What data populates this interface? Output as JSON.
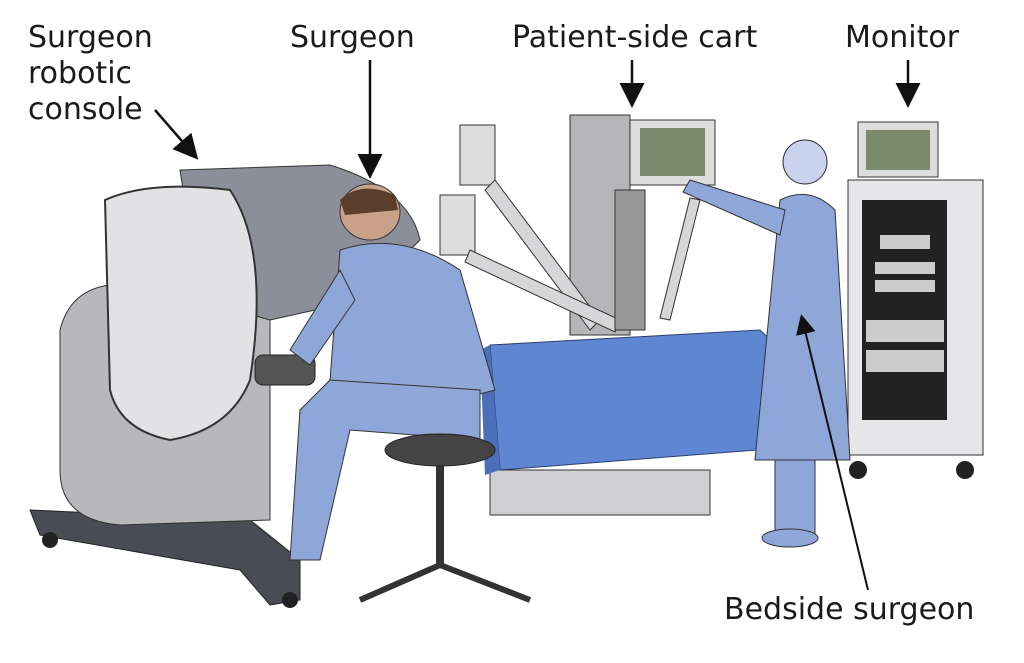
{
  "labels": {
    "console_line1": "Surgeon",
    "console_line2": "robotic",
    "console_line3": "console",
    "surgeon": "Surgeon",
    "cart": "Patient-side cart",
    "monitor": "Monitor",
    "bedside": "Bedside surgeon"
  },
  "colors": {
    "scrubs": "#8fa6d8",
    "drape": "#5f86d0",
    "machine": "#c9c9cb",
    "machine_dark": "#8a8a90",
    "screen": "#7a8a6a"
  }
}
